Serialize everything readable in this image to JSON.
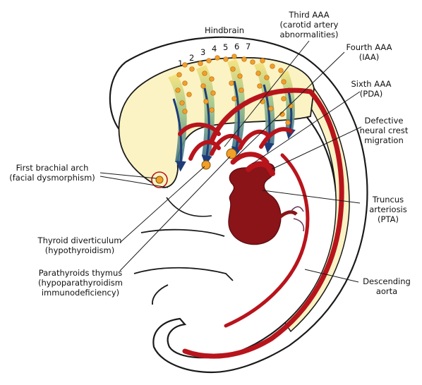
{
  "diagram": {
    "hindbrain": "Hindbrain",
    "rhombomeres": [
      "1",
      "2",
      "3",
      "4",
      "5",
      "6",
      "7"
    ],
    "labels": {
      "third_aaa": [
        "Third AAA",
        "(carotid artery",
        "abnormalities)"
      ],
      "fourth_aaa": [
        "Fourth AAA",
        "(IAA)"
      ],
      "sixth_aaa": [
        "Sixth AAA",
        "(PDA)"
      ],
      "defective_nc": [
        "Defective",
        "neural crest",
        "migration"
      ],
      "first_arch": [
        "First brachial arch",
        "(facial dysmorphism)"
      ],
      "truncus": [
        "Truncus",
        "arteriosis",
        "(PTA)"
      ],
      "thyroid": [
        "Thyroid diverticulum",
        "(hypothyroidism)"
      ],
      "parathyroids": [
        "Parathyroids thymus",
        "(hypoparathyroidism",
        "immunodeficiency)"
      ],
      "descending": [
        "Descending",
        "aorta"
      ]
    },
    "colors": {
      "vessel": "#b8141c",
      "heart": "#8a1418",
      "embryo_fill": "#fbf3c4",
      "neural_crest_dots": "#f0a02a",
      "arrow": "#1e3d78",
      "outline": "#1a1a1a"
    }
  }
}
